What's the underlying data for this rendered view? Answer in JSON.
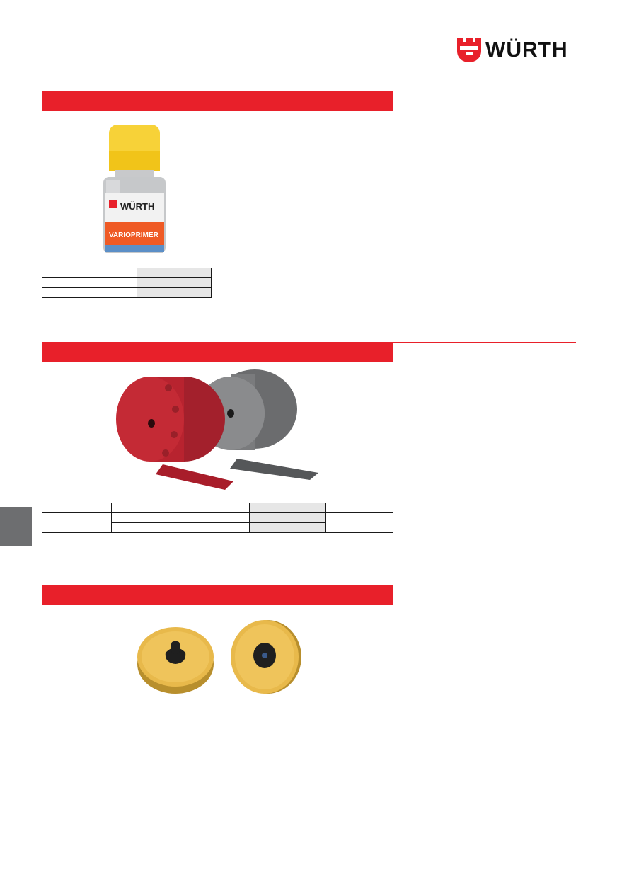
{
  "header": {
    "logo_text": "WÜRTH",
    "brand_color": "#e8202a"
  },
  "product1": {
    "label_brand": "WÜRTH",
    "label_name": "VARIOPRIMER"
  },
  "colors": {
    "bar": "#e8202a",
    "side_tab": "#6d6e70",
    "table_highlight": "#e6e6e6"
  }
}
